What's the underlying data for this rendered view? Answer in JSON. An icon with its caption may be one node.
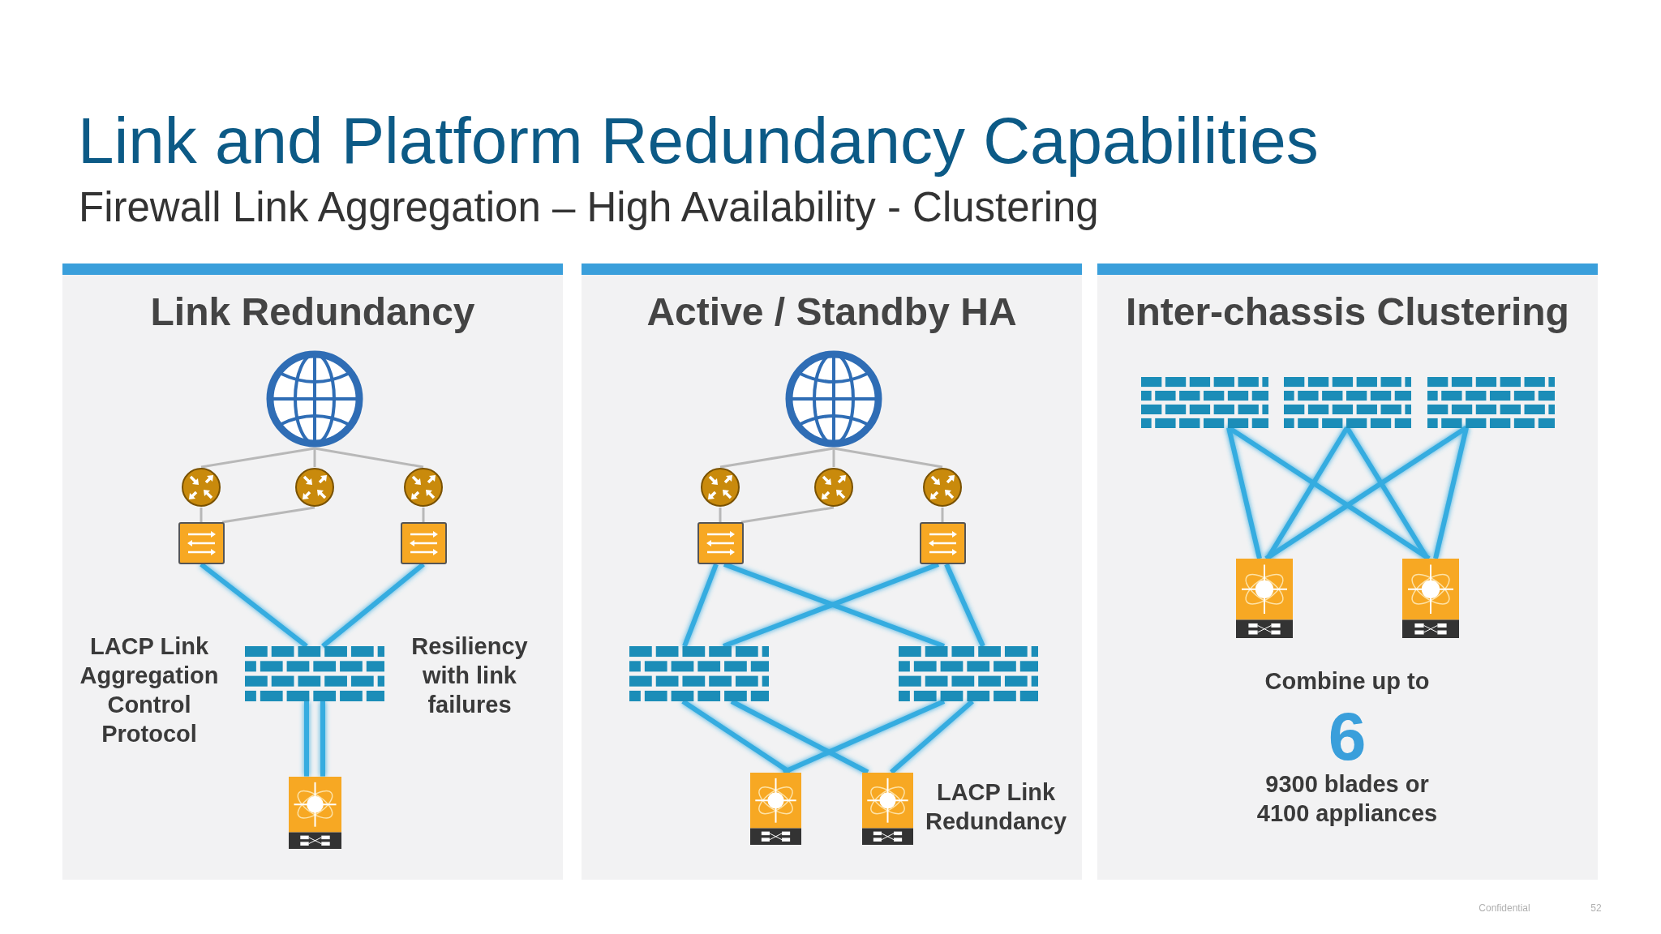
{
  "diagram": {
    "title": "Link and Platform Redundancy Capabilities",
    "caption": "Firewall Link Aggregation – High Availability - Clustering",
    "nodes": [
      {
        "text": [
          "Link Redundancy"
        ]
      },
      {
        "text": [],
        "shape": "globe",
        "in": 0
      },
      {
        "text": [],
        "shape": "router",
        "in": 0
      },
      {
        "text": [],
        "shape": "router",
        "in": 0
      },
      {
        "text": [],
        "shape": "router",
        "in": 0
      },
      {
        "text": [],
        "shape": "switch",
        "in": 0
      },
      {
        "text": [],
        "shape": "switch",
        "in": 0
      },
      {
        "text": [],
        "shape": "firewall",
        "in": 0
      },
      {
        "text": [],
        "shape": "chassis",
        "in": 0
      },
      {
        "text": [
          "Active / Standby HA"
        ]
      },
      {
        "text": [],
        "shape": "globe",
        "in": 9
      },
      {
        "text": [],
        "shape": "router",
        "in": 9
      },
      {
        "text": [],
        "shape": "router",
        "in": 9
      },
      {
        "text": [],
        "shape": "router",
        "in": 9
      },
      {
        "text": [],
        "shape": "switch",
        "in": 9
      },
      {
        "text": [],
        "shape": "switch",
        "in": 9
      },
      {
        "text": [],
        "shape": "firewall",
        "in": 9
      },
      {
        "text": [],
        "shape": "firewall",
        "in": 9
      },
      {
        "text": [],
        "shape": "chassis",
        "in": 9
      },
      {
        "text": [],
        "shape": "chassis",
        "in": 9
      },
      {
        "text": [
          "Inter-chassis Clustering"
        ]
      },
      {
        "text": [],
        "shape": "firewall",
        "in": 20
      },
      {
        "text": [],
        "shape": "firewall",
        "in": 20
      },
      {
        "text": [],
        "shape": "firewall",
        "in": 20
      },
      {
        "text": [],
        "shape": "chassis",
        "in": 20
      },
      {
        "text": [],
        "shape": "chassis",
        "in": 20
      }
    ],
    "edges": [
      {
        "from": 1,
        "to": 2,
        "arrow": "none",
        "color": "#b8b8b8"
      },
      {
        "from": 1,
        "to": 3,
        "arrow": "none",
        "color": "#b8b8b8"
      },
      {
        "from": 1,
        "to": 4,
        "arrow": "none",
        "color": "#b8b8b8"
      },
      {
        "from": 2,
        "to": 5,
        "arrow": "none",
        "color": "#b8b8b8"
      },
      {
        "from": 3,
        "to": 5,
        "arrow": "none",
        "color": "#b8b8b8"
      },
      {
        "from": 4,
        "to": 6,
        "arrow": "none",
        "color": "#b8b8b8"
      },
      {
        "from": 5,
        "to": 7,
        "arrow": "none"
      },
      {
        "from": 6,
        "to": 7,
        "arrow": "none"
      },
      {
        "from": 7,
        "to": 8,
        "arrow": "none"
      },
      {
        "from": 7,
        "to": 8,
        "arrow": "none"
      },
      {
        "from": 10,
        "to": 11,
        "arrow": "none",
        "color": "#b8b8b8"
      },
      {
        "from": 10,
        "to": 12,
        "arrow": "none",
        "color": "#b8b8b8"
      },
      {
        "from": 10,
        "to": 13,
        "arrow": "none",
        "color": "#b8b8b8"
      },
      {
        "from": 11,
        "to": 14,
        "arrow": "none",
        "color": "#b8b8b8"
      },
      {
        "from": 12,
        "to": 14,
        "arrow": "none",
        "color": "#b8b8b8"
      },
      {
        "from": 13,
        "to": 15,
        "arrow": "none",
        "color": "#b8b8b8"
      },
      {
        "from": 14,
        "to": 16,
        "arrow": "none"
      },
      {
        "from": 14,
        "to": 17,
        "arrow": "none"
      },
      {
        "from": 15,
        "to": 16,
        "arrow": "none"
      },
      {
        "from": 15,
        "to": 17,
        "arrow": "none"
      },
      {
        "from": 16,
        "to": 18,
        "arrow": "none"
      },
      {
        "from": 16,
        "to": 19,
        "arrow": "none"
      },
      {
        "from": 17,
        "to": 18,
        "arrow": "none"
      },
      {
        "from": 17,
        "to": 19,
        "arrow": "none"
      },
      {
        "from": 21,
        "to": 24,
        "arrow": "none"
      },
      {
        "from": 21,
        "to": 25,
        "arrow": "none"
      },
      {
        "from": 22,
        "to": 24,
        "arrow": "none"
      },
      {
        "from": 22,
        "to": 25,
        "arrow": "none"
      },
      {
        "from": 23,
        "to": 24,
        "arrow": "none"
      },
      {
        "from": 23,
        "to": 25,
        "arrow": "none"
      }
    ],
    "labels": [
      "LACP Link Aggregation Control Protocol",
      "Resiliency with link failures",
      "LACP Link Redundancy",
      "Combine up to",
      "6",
      "9300 blades or 4100 appliances",
      "Confidential",
      "52"
    ]
  }
}
